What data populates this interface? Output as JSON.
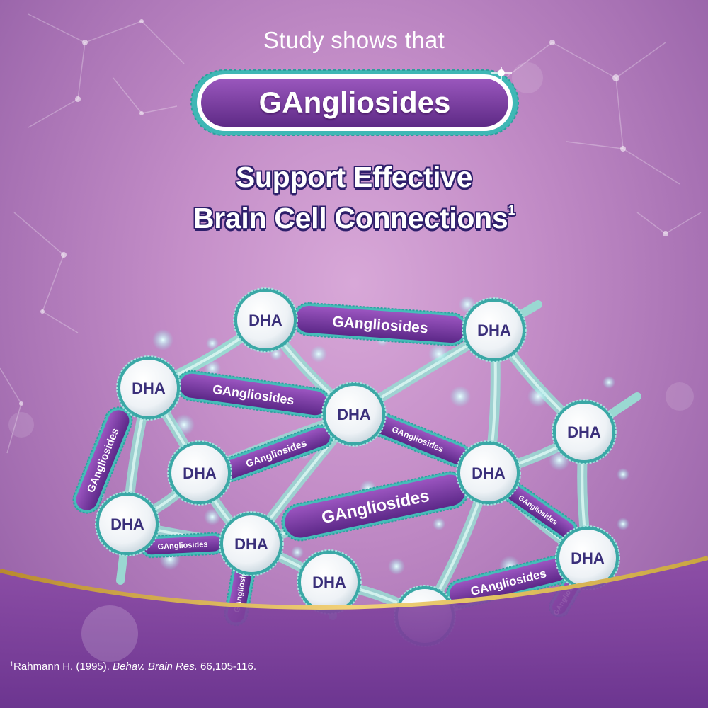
{
  "intro_text": "Study shows that",
  "badge_text": "GAngliosides",
  "headline": {
    "line1": "Support Effective",
    "line2": "Brain Cell Connections",
    "superscript": "1"
  },
  "network": {
    "node_label": "DHA",
    "link_label": "GAngliosides"
  },
  "citation": {
    "superscript": "1",
    "author": "Rahmann H. (1995). ",
    "journal": "Behav. Brain Res.",
    "details": " 66,105-116."
  },
  "colors": {
    "background": "#b57fbc",
    "headline_fill": "#ffffff",
    "headline_outline": "#2e1f6b",
    "badge_purple": "#7b3fa0",
    "badge_border": "#3fb7b5",
    "node_ring": "#3aa8a6",
    "connector": "#9ad8d2",
    "gold_curve": "#c9a540",
    "band": "#7d3f97"
  }
}
